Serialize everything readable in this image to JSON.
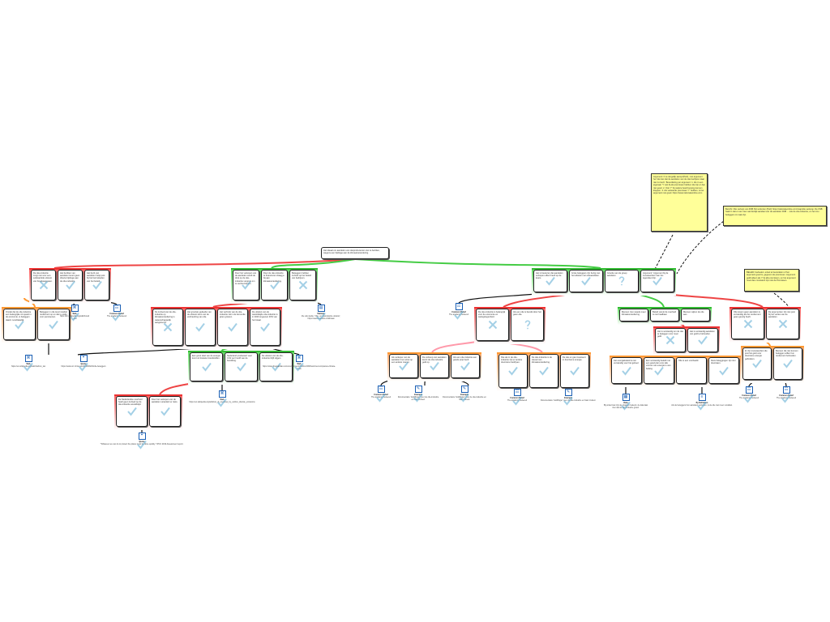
{
  "root": {
    "text": "Het ideaal om aandelen van olieproducenten niet te bezitten, wegens een bijdrage aan de klimaatverandering."
  },
  "notes": [
    {
      "text": "Argument: Il ne dergelijk aanspr(Peiil), met argument het 'dat niet dat de aandelen van de olie bedrijven daar niet zo bezit'. Beoordeling per argument: 1. Als in een eigenaar 'Y' wel ALLE premissen hebben die zijn er dan niet goed. 2. Ook 'Y' bij nadere beschouwing kunnen kloppen. 3. Als verkeerde premissen 'Y' hebben, is het argument niet goed. https://www.rationaleonline.com"
    },
    {
      "text": "Bericht: Olie verkopt van FNB Pal verkozen (Peiil) https://rationaleonline.com/map/olie-verkoop. De FNB haalt in dat er een zeer aanzienlijk aandeel van de aandelen FNB ... ook de olie-industrie, en het zou beleggers zo raak zijn."
    },
    {
      "text": "BELEID: bedoelen: enkel te beoordelen of het argument goed is, gegeven de premissen. Argument geldt alleen als Y bij alle premissen, en het argument moet dan consistent zijn ook de Premissen."
    }
  ],
  "groups": [
    {
      "kind": "red",
      "boxes": [
        {
          "text": "De olie-industrie zorgt niet voor een substantiële uitstoot van broeikasgassen.",
          "mark": "cross"
        },
        {
          "text": "Het bezitten van aandelen levert geen directe bijdrage aan de olie-industrie.",
          "mark": "check"
        },
        {
          "text": "Het bezit van aandelen helpt juist bij het beïnvloeden van het beleid.",
          "mark": "check"
        }
      ]
    },
    {
      "kind": "orange",
      "boxes": [
        {
          "text": "Omdat dat de olie-industrie een belangrijke rol speelt in de economie, is beleggen daarin noodzakelijk.",
          "mark": "check"
        },
        {
          "text": "Beleggen in olie levert stabiel rendement op en dat is nodig voor pensioenen.",
          "mark": "check"
        }
      ]
    },
    {
      "kind": "green",
      "boxes": [
        {
          "text": "Door het verkopen van de aandelen wordt de druk op de olie-industrie vergroot om te verduurzamen.",
          "mark": "check"
        },
        {
          "text": "Door de olie-industrie te financieren draag je bij aan klimaatverandering.",
          "mark": "check"
        },
        {
          "text": "Beleggers hebben invloed op het beleid van bedrijven.",
          "mark": "cross"
        }
      ]
    },
    {
      "kind": "red",
      "boxes": [
        {
          "text": "De invloed van de olie-industrie op klimaatverandering is wetenschappelijk aangetoond.",
          "mark": "cross"
        },
        {
          "text": "Het grootste gedeelte van de uitstoot komt van de verbranding van olie.",
          "mark": "check"
        },
        {
          "text": "Het verbruik van de olie-industrie zal in de komende jaren groeien.",
          "mark": "check"
        },
        {
          "text": "De uitstoot van de wereldwijde olie-industrie is in 2020 ongeveer 40% van het totaal.",
          "mark": "check"
        }
      ]
    },
    {
      "kind": "green",
      "boxes": [
        {
          "text": "Een groot deel van de energie komt uit fossiele brandstoffen.",
          "mark": "check"
        },
        {
          "text": "Nederland produceert veel CO2 per hoofd van de bevolking.",
          "mark": "check"
        },
        {
          "text": "De uitstoot van de olie-industrie blijft stijgen.",
          "mark": "check"
        }
      ]
    },
    {
      "kind": "red",
      "boxes": [
        {
          "text": "De Nederlandse overheid heeft geen invloed op de olie-industrie wereldwijd.",
          "mark": "check"
        },
        {
          "text": "Door het verkopen van de aandelen verandert er niets.",
          "mark": "check"
        }
      ]
    },
    {
      "kind": "green",
      "boxes": [
        {
          "text": "Het is bewezen dat aandelen verkopen effect heeft op de koers.",
          "mark": "check"
        },
        {
          "text": "Grote beleggers zijn bezig met het afstoten van olieaandelen.",
          "mark": "check"
        },
        {
          "text": "Grootte van de groep aandelen.",
          "mark": "question"
        },
        {
          "text": "Argument: 'Argument bij de investeerders' kan het tegendeel zijn.",
          "mark": "check"
        }
      ]
    },
    {
      "kind": "red",
      "boxes": [
        {
          "text": "De olie-industrie is belangrijk voor de economie en werkgelegenheid.",
          "mark": "cross"
        },
        {
          "text": "Als een olie is bereikt door het geen olie.",
          "mark": "question"
        }
      ]
    },
    {
      "kind": "orange",
      "boxes": [
        {
          "text": "Als verkoper van de aandelen hun winst op een andere manier.",
          "mark": "check"
        },
        {
          "text": "De verkoop van aandelen levert de olie-industrie geld op.",
          "mark": "check"
        },
        {
          "text": "Als een olie-industrie een goede prijs heeft.",
          "mark": "check"
        }
      ]
    },
    {
      "kind": "orange",
      "boxes": [
        {
          "text": "Pas als in de olie-industrie zijn er andere duurzame bedrijven.",
          "mark": "check"
        },
        {
          "text": "De olie-industrie is de sleutel van klimaatverandering.",
          "mark": "check"
        },
        {
          "text": "De olie en gas investeert in duurzame energie.",
          "mark": "check"
        }
      ]
    },
    {
      "kind": "green",
      "boxes": [
        {
          "text": "Mensen zien steeds meer klimaatverandering.",
          "mark": "none"
        },
        {
          "text": "Beleid vanuit de overheid is niet haalbaar.",
          "mark": "none"
        },
        {
          "text": "Mensen wijzen de olie aan.",
          "mark": "none"
        }
      ]
    },
    {
      "kind": "red",
      "boxes": [
        {
          "text": "Het is verstandig om de olie te beleggen voor meer geld.",
          "mark": "cross"
        },
        {
          "text": "Het is verstandig aandelen van geld te behouden.",
          "mark": "check"
        }
      ]
    },
    {
      "kind": "orange",
      "boxes": [
        {
          "text": "Het energiebeleid is niet verstandig voor het geheel.",
          "mark": "check"
        },
        {
          "text": "Een verstandig beleid met een goed plan voor alle vormen van energie is van belang.",
          "mark": "check"
        },
        {
          "text": "Olie is een voorbeeld.",
          "mark": "none"
        },
        {
          "text": "Deze beleggingen zijn niet duurzaam.",
          "mark": "check"
        }
      ]
    },
    {
      "kind": "red",
      "boxes": [
        {
          "text": "Olie kopen geen aandelen is verstandig als het rendement geen gevolg heeft.",
          "mark": "cross"
        },
        {
          "text": "De argumenten zijn niet juist bij het verlies van de aandelen.",
          "mark": "cross"
        }
      ]
    },
    {
      "kind": "orange",
      "boxes": [
        {
          "text": "Er zijn investeerders die juist het geld voor duurzame energie gebruiken.",
          "mark": "check"
        },
        {
          "text": "Mensen die niet kunnen beleggen willen hun rendement behouden.",
          "mark": "check"
        }
      ]
    }
  ],
  "sources": [
    {
      "label": "Web",
      "text": "https://en.wikipedia.org/wiki/Fossil_fuel",
      "icon": "web"
    },
    {
      "label": "Common Belief",
      "text": "The academy believed",
      "icon": "common"
    },
    {
      "label": "Web",
      "text": "https://en.wikipedia.org/wiki/Carbon_tax",
      "icon": "web"
    },
    {
      "label": "Quote",
      "text": "https://www.nrc.nl/nieuws/2019/09/24/olie-beleggers",
      "icon": "quote"
    },
    {
      "label": "Statistic",
      "text": "Zie ook studie: 'Olie- en gasindustrie uitstoot', https://www.statistics.nl/klimaat",
      "icon": "statistic"
    },
    {
      "label": "Web",
      "text": "https://www.theguardian.com/environment/2019/oct/09/fossil-fuel-companies-climate-crisis",
      "icon": "web"
    },
    {
      "label": "Web",
      "text": "https://en.wikipedia.org/wiki/List_of_countries_by_carbon_dioxide_emissions",
      "icon": "web"
    },
    {
      "label": "Quote",
      "text": "\"Whatever we can do to protect the planet must be done quickly.\" IPCC 2019 Assessment report.",
      "icon": "quote"
    },
    {
      "label": "Common Belief",
      "text": "The academy believed",
      "icon": "common"
    },
    {
      "label": "Common Belief",
      "text": "The academy believed",
      "icon": "common"
    },
    {
      "label": "Example",
      "text": "Documentaire 'Goldfinger' over de olie-industrie en haar invloed.",
      "icon": "example"
    },
    {
      "label": "Example",
      "text": "Documentaire 'Goldfinger' over de olie-industrie en haar invloed.",
      "icon": "example"
    },
    {
      "label": "Common Belief",
      "text": "The academy believed",
      "icon": "common"
    },
    {
      "label": "Example",
      "text": "Documentaire 'Goldfinger' over de olie-industrie en haar invloed.",
      "icon": "example"
    },
    {
      "label": "Data",
      "text": "Bij onderzoek zijn de uitgaven bekend, de data laat zien dat de olie-industrie groeit.",
      "icon": "data"
    },
    {
      "label": "By Definition",
      "text": "Als de beleggers hun aandelen verkopen, is de olie niet meer rendabel.",
      "icon": "definition"
    },
    {
      "label": "Common Belief",
      "text": "The academy believed",
      "icon": "common"
    },
    {
      "label": "Common Belief",
      "text": "The academy believed",
      "icon": "common"
    }
  ]
}
